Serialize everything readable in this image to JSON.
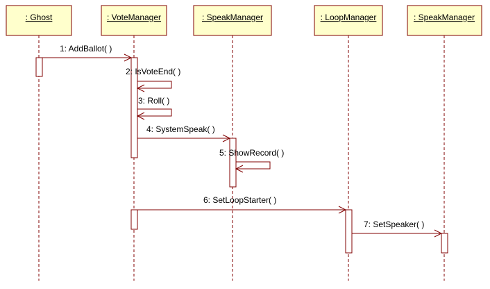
{
  "lifelines": [
    {
      "id": "ghost",
      "label": ": Ghost"
    },
    {
      "id": "vote",
      "label": ": VoteManager"
    },
    {
      "id": "speak1",
      "label": ": SpeakManager"
    },
    {
      "id": "loop",
      "label": ": LoopManager"
    },
    {
      "id": "speak2",
      "label": ": SpeakManager"
    }
  ],
  "messages": [
    {
      "label": "1: AddBallot( )"
    },
    {
      "label": "2: IsVoteEnd( )"
    },
    {
      "label": "3: Roll( )"
    },
    {
      "label": "4: SystemSpeak( )"
    },
    {
      "label": "5: ShowRecord( )"
    },
    {
      "label": "6: SetLoopStarter( )"
    },
    {
      "label": "7: SetSpeaker( )"
    }
  ],
  "colors": {
    "box_fill": "#ffffcc",
    "line": "#800000"
  }
}
